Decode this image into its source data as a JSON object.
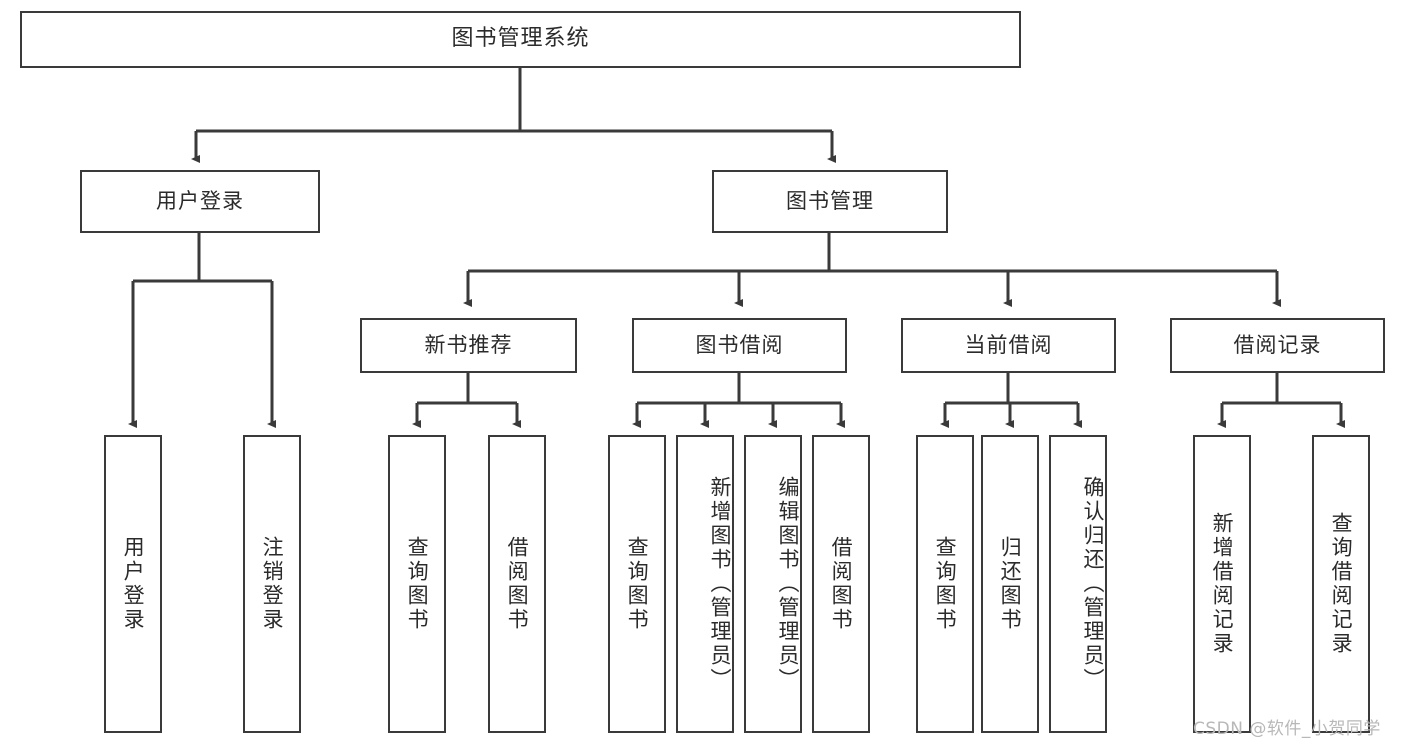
{
  "diagram": {
    "type": "tree-hierarchy",
    "title": "图书管理系统",
    "root": {
      "id": "root",
      "label": "图书管理系统"
    },
    "level1": [
      {
        "id": "user-login",
        "label": "用户登录"
      },
      {
        "id": "book-manage",
        "label": "图书管理"
      }
    ],
    "level2": [
      {
        "id": "new-book-rec",
        "label": "新书推荐",
        "parent": "book-manage"
      },
      {
        "id": "book-borrow",
        "label": "图书借阅",
        "parent": "book-manage"
      },
      {
        "id": "current-borrow",
        "label": "当前借阅",
        "parent": "book-manage"
      },
      {
        "id": "borrow-record",
        "label": "借阅记录",
        "parent": "book-manage"
      }
    ],
    "leaves": [
      {
        "id": "leaf-user-login",
        "label": "用户登录",
        "parent": "user-login"
      },
      {
        "id": "leaf-logout",
        "label": "注销登录",
        "parent": "user-login"
      },
      {
        "id": "leaf-query-book-1",
        "label": "查询图书",
        "parent": "new-book-rec"
      },
      {
        "id": "leaf-borrow-book-1",
        "label": "借阅图书",
        "parent": "new-book-rec"
      },
      {
        "id": "leaf-query-book-2",
        "label": "查询图书",
        "parent": "book-borrow"
      },
      {
        "id": "leaf-add-book",
        "label": "新增图书（管理员）",
        "parent": "book-borrow"
      },
      {
        "id": "leaf-edit-book",
        "label": "编辑图书（管理员）",
        "parent": "book-borrow"
      },
      {
        "id": "leaf-borrow-book-2",
        "label": "借阅图书",
        "parent": "book-borrow"
      },
      {
        "id": "leaf-query-book-3",
        "label": "查询图书",
        "parent": "current-borrow"
      },
      {
        "id": "leaf-return-book",
        "label": "归还图书",
        "parent": "current-borrow"
      },
      {
        "id": "leaf-confirm-return",
        "label": "确认归还（管理员）",
        "parent": "current-borrow"
      },
      {
        "id": "leaf-add-record",
        "label": "新增借阅记录",
        "parent": "borrow-record"
      },
      {
        "id": "leaf-query-record",
        "label": "查询借阅记录",
        "parent": "borrow-record"
      }
    ],
    "colors": {
      "stroke": "#3a3a3a",
      "fill": "#ffffff",
      "text": "#2b2b2b",
      "watermark": "#b8b8b8"
    }
  },
  "watermark": {
    "text": "CSDN @软件_小贺同学"
  }
}
